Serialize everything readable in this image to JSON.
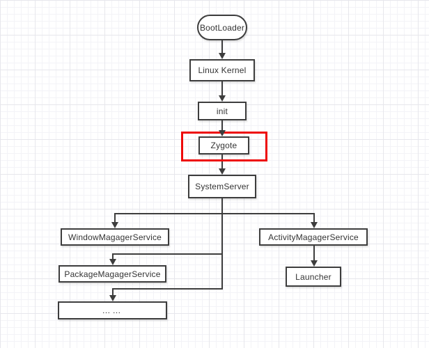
{
  "colors": {
    "background": "#ffffff",
    "grid_minor": "#f3f3f7",
    "grid_major": "#e7e7ec",
    "node_border": "#3d3d3d",
    "connector": "#3d3d3d",
    "text": "#333333",
    "highlight_red": "#ee0a0a"
  },
  "diagram": {
    "title": "Android boot sequence flowchart",
    "nodes": {
      "bootloader": {
        "label": "BootLoader",
        "shape": "stadium"
      },
      "linux_kernel": {
        "label": "Linux Kernel",
        "shape": "rect"
      },
      "init": {
        "label": "init",
        "shape": "rect"
      },
      "zygote": {
        "label": "Zygote",
        "shape": "rect",
        "highlighted": true
      },
      "system_server": {
        "label": "SystemServer",
        "shape": "rect"
      },
      "window_manager": {
        "label": "WindowMagagerService",
        "shape": "rect"
      },
      "activity_manager": {
        "label": "ActivityMagagerService",
        "shape": "rect"
      },
      "package_manager": {
        "label": "PackageMagagerService",
        "shape": "rect"
      },
      "launcher": {
        "label": "Launcher",
        "shape": "rect"
      },
      "ellipsis": {
        "label": "……",
        "shape": "rect"
      }
    },
    "edges": [
      {
        "from": "BootLoader",
        "to": "Linux Kernel"
      },
      {
        "from": "Linux Kernel",
        "to": "init"
      },
      {
        "from": "init",
        "to": "Zygote"
      },
      {
        "from": "Zygote",
        "to": "SystemServer"
      },
      {
        "from": "SystemServer",
        "to": "WindowMagagerService"
      },
      {
        "from": "SystemServer",
        "to": "ActivityMagagerService"
      },
      {
        "from": "SystemServer",
        "to": "PackageMagagerService"
      },
      {
        "from": "SystemServer",
        "to": "……"
      },
      {
        "from": "ActivityMagagerService",
        "to": "Launcher"
      }
    ],
    "annotation": {
      "type": "highlight-rectangle",
      "around": "Zygote",
      "color": "#ee0a0a"
    }
  }
}
